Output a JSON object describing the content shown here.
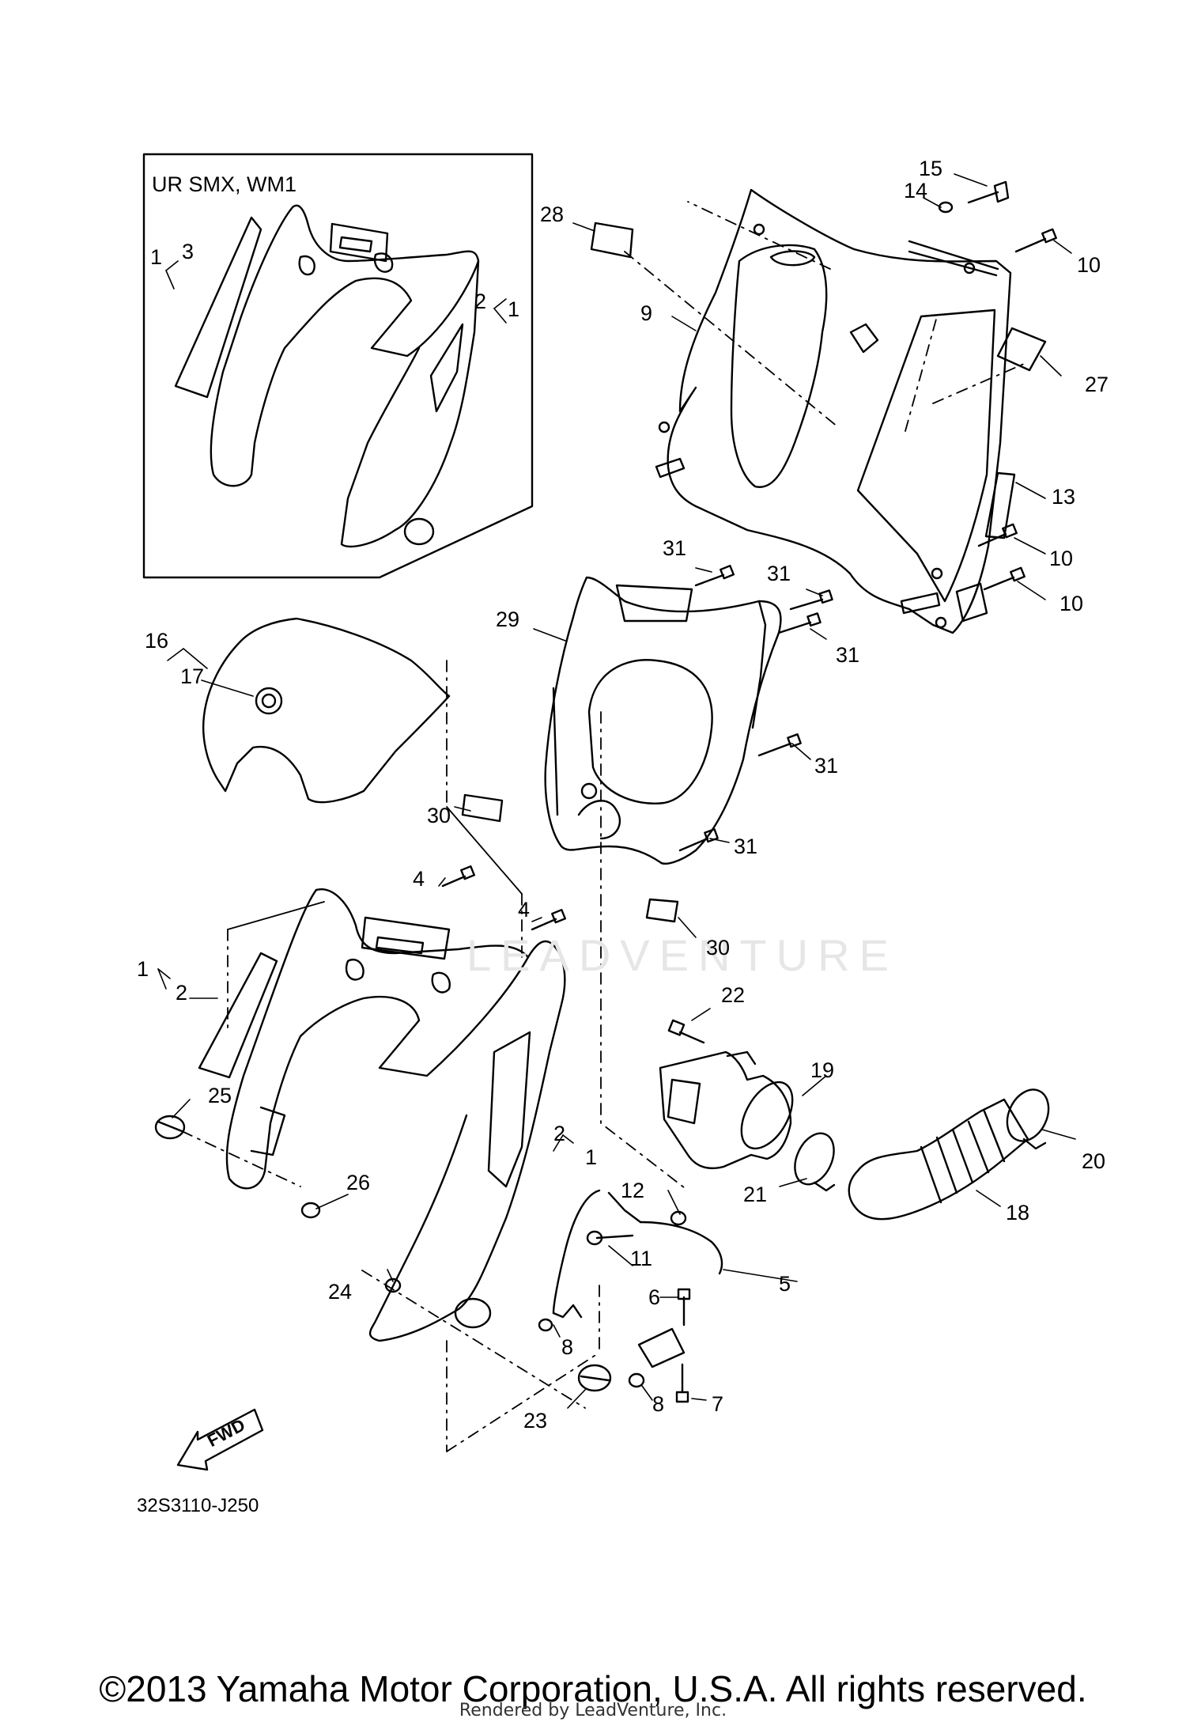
{
  "inset": {
    "title": "UR SMX, WM1"
  },
  "watermark": "LEADVENTURE",
  "fwd_label": "FWD",
  "diagram_code": "32S3110-J250",
  "copyright": "©2013 Yamaha Motor Corporation, U.S.A. All rights reserved.",
  "rendered_by": "Rendered by LeadVenture, Inc.",
  "callouts": [
    "1",
    "3",
    "2",
    "1",
    "28",
    "15",
    "14",
    "10",
    "9",
    "27",
    "13",
    "10",
    "10",
    "31",
    "31",
    "31",
    "29",
    "16",
    "17",
    "31",
    "30",
    "31",
    "4",
    "4",
    "30",
    "1",
    "2",
    "22",
    "19",
    "25",
    "2",
    "1",
    "20",
    "26",
    "21",
    "18",
    "12",
    "11",
    "5",
    "24",
    "6",
    "8",
    "8",
    "7",
    "23"
  ]
}
